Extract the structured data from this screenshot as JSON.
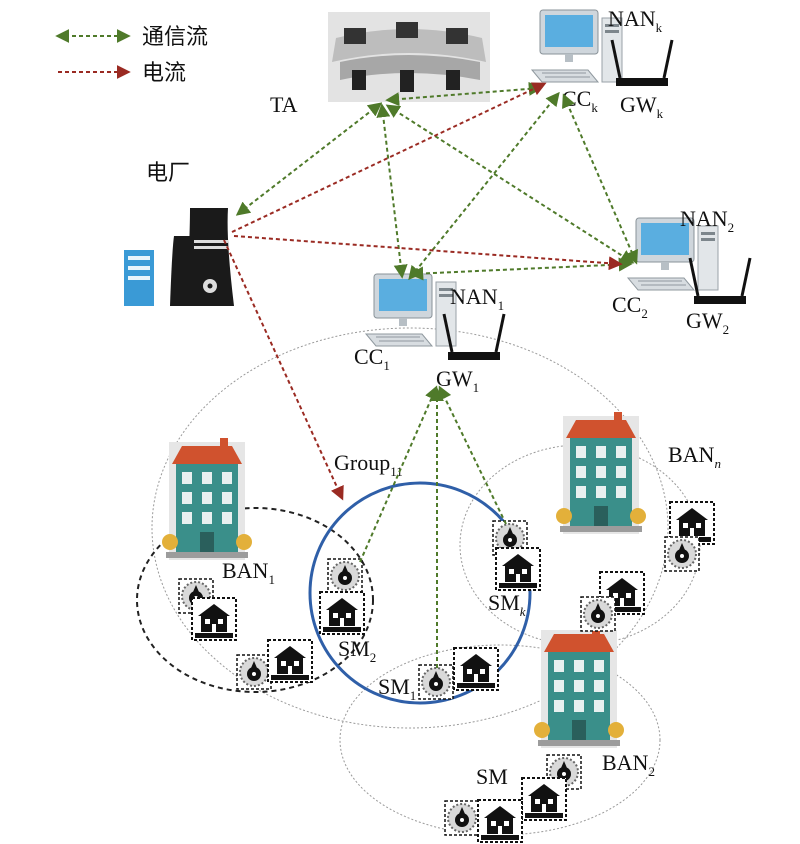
{
  "legend": {
    "communication_flow": "通信流",
    "power_flow": "电流"
  },
  "colors": {
    "communication_arrow": "#4f7a2a",
    "power_arrow": "#9a2a22",
    "group_circle": "#2f5fa8",
    "ban_ring": "#222222",
    "nan_ring": "#9a9a9a",
    "building_body": "#3a8f8a",
    "building_roof": "#d0522e"
  },
  "nodes": {
    "ta": {
      "label": "TA"
    },
    "power_plant": {
      "label": "电厂"
    },
    "cc_k": {
      "label": "CC",
      "sub": "k",
      "gw": "GW",
      "gw_sub": "k",
      "nan": "NAN",
      "nan_sub": "k"
    },
    "cc_2": {
      "label": "CC",
      "sub": "2",
      "gw": "GW",
      "gw_sub": "2",
      "nan": "NAN",
      "nan_sub": "2"
    },
    "cc_1": {
      "label": "CC",
      "sub": "1",
      "gw": "GW",
      "gw_sub": "1",
      "nan": "NAN",
      "nan_sub": "1"
    }
  },
  "groups": {
    "group_11": {
      "label": "Group",
      "sub": "11"
    }
  },
  "bans": {
    "ban_1": {
      "label": "BAN",
      "sub": "1"
    },
    "ban_n": {
      "label": "BAN",
      "sub": "n"
    },
    "ban_2": {
      "label": "BAN",
      "sub": "2"
    }
  },
  "meters": {
    "sm_2": {
      "label": "SM",
      "sub": "2"
    },
    "sm_1": {
      "label": "SM",
      "sub": "1"
    },
    "sm_k": {
      "label": "SM",
      "sub": "k"
    },
    "sm_ban2": {
      "label": "SM",
      "sub": ""
    }
  }
}
